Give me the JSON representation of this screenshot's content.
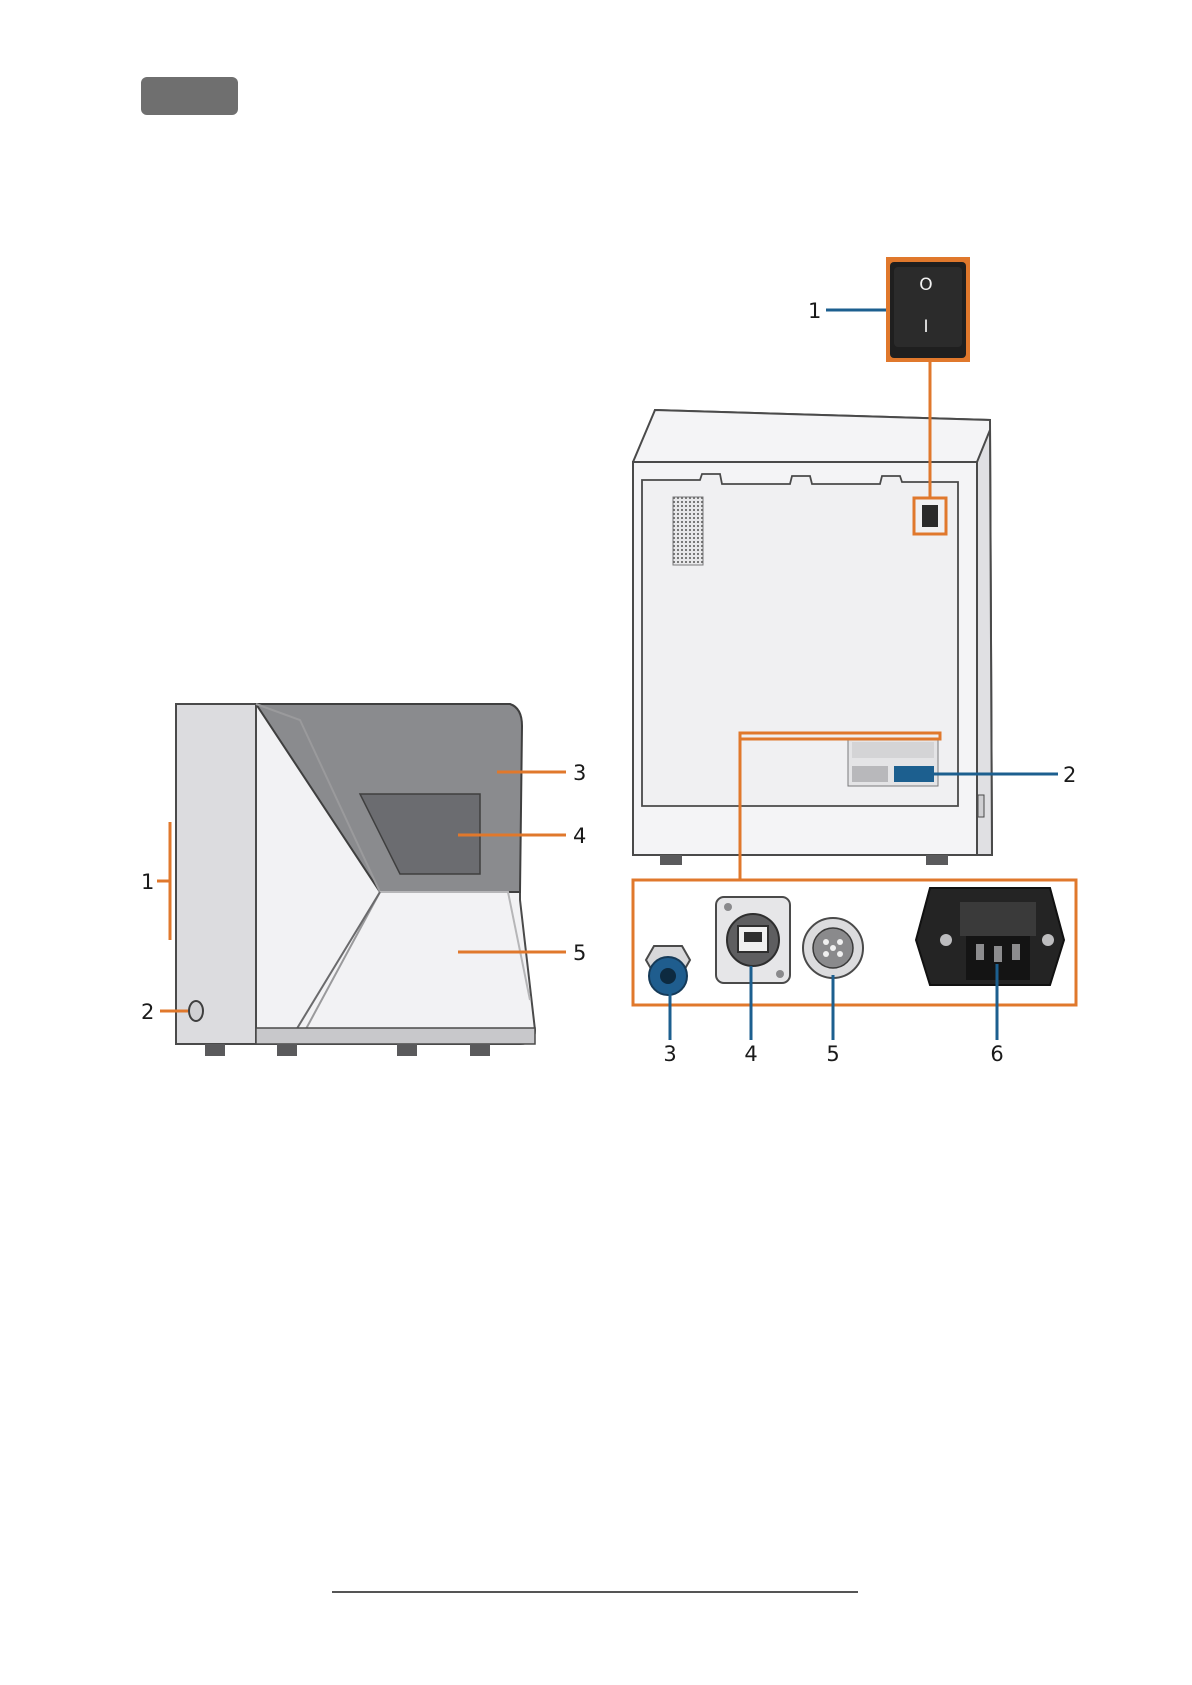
{
  "header": {
    "tab_color": "#6f6f6f"
  },
  "colors": {
    "accent_orange": "#e0782c",
    "accent_blue": "#1c5f8f",
    "outline": "#4a4a4a",
    "body_light": "#f2f2f4"
  },
  "side_view": {
    "callouts": [
      {
        "id": "1",
        "text": "1",
        "color": "orange"
      },
      {
        "id": "2",
        "text": "2",
        "color": "orange"
      },
      {
        "id": "3",
        "text": "3",
        "color": "orange"
      },
      {
        "id": "4",
        "text": "4",
        "color": "orange"
      },
      {
        "id": "5",
        "text": "5",
        "color": "orange"
      }
    ]
  },
  "rear_view": {
    "switch_symbols": {
      "off": "O",
      "on": "I"
    },
    "callouts": [
      {
        "id": "1",
        "text": "1",
        "color": "blue"
      },
      {
        "id": "2",
        "text": "2",
        "color": "blue"
      }
    ]
  },
  "connector_panel": {
    "callouts": [
      {
        "id": "3",
        "text": "3",
        "color": "blue"
      },
      {
        "id": "4",
        "text": "4",
        "color": "blue"
      },
      {
        "id": "5",
        "text": "5",
        "color": "blue"
      },
      {
        "id": "6",
        "text": "6",
        "color": "blue"
      }
    ]
  },
  "footer": {
    "rule": true
  }
}
